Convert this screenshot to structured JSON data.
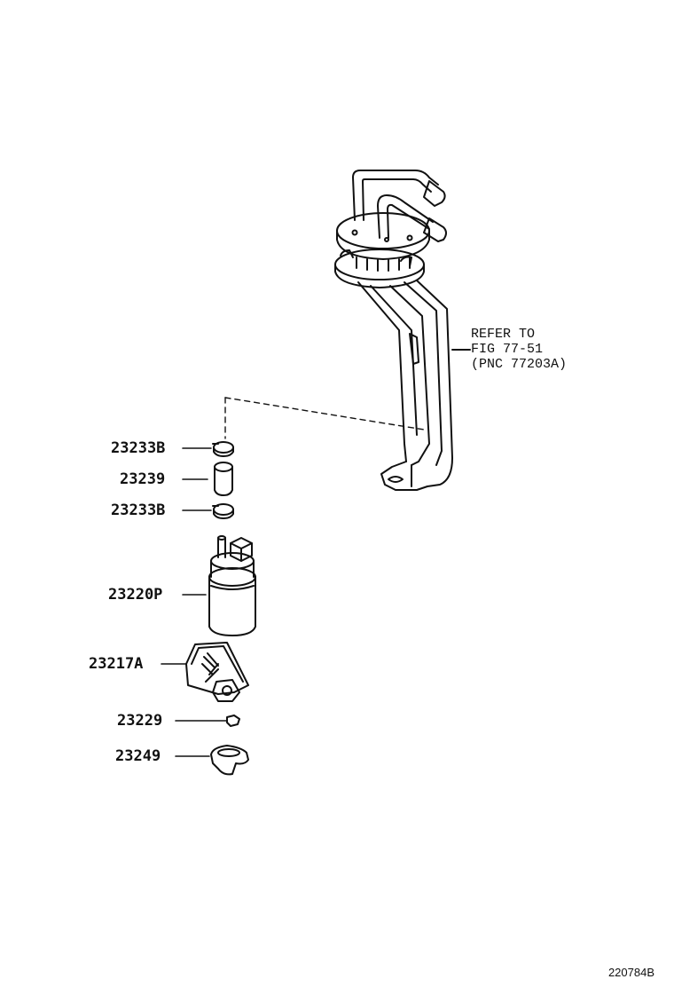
{
  "parts": [
    {
      "id": "p1",
      "number": "23233B"
    },
    {
      "id": "p2",
      "number": "23239"
    },
    {
      "id": "p3",
      "number": "23233B"
    },
    {
      "id": "p4",
      "number": "23220P"
    },
    {
      "id": "p5",
      "number": "23217A"
    },
    {
      "id": "p6",
      "number": "23229"
    },
    {
      "id": "p7",
      "number": "23249"
    }
  ],
  "reference": {
    "line1": "REFER TO",
    "line2": "FIG 77-51",
    "line3": "(PNC 77203A)"
  },
  "figure_id": "220784B"
}
